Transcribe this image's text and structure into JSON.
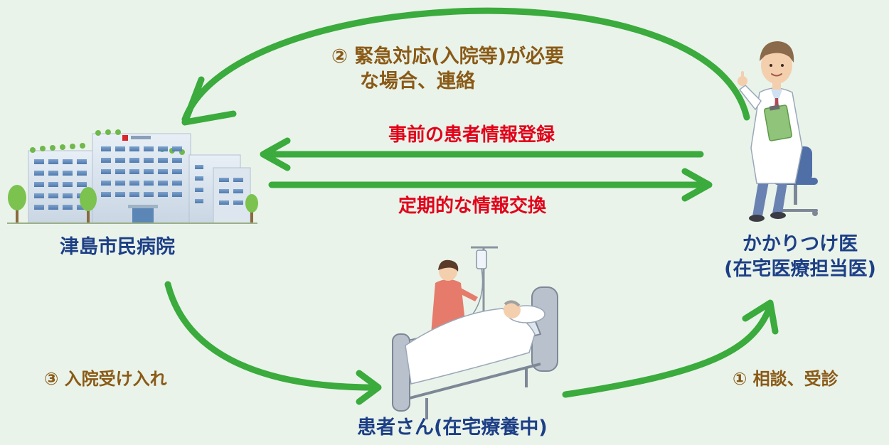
{
  "colors": {
    "background": "#e9f3ea",
    "arrow": "#3aab3c",
    "entity_label": "#1d3f86",
    "step_label": "#8a5a16",
    "info_label": "#e2001a"
  },
  "labels": {
    "hospital": "津島市民病院",
    "doctor_line1": "かかりつけ医",
    "doctor_line2": "(在宅医療担当医)",
    "patient": "患者さん(在宅療養中)",
    "step1": "① 相談、受診",
    "step2_line1": "② 緊急対応(入院等)が必要",
    "step2_line2": "な場合、連絡",
    "step3": "③ 入院受け入れ",
    "registration": "事前の患者情報登録",
    "exchange": "定期的な情報交換"
  },
  "icons": {
    "hospital": "hospital-building-icon",
    "doctor": "doctor-icon",
    "patient": "patient-in-bed-icon"
  }
}
